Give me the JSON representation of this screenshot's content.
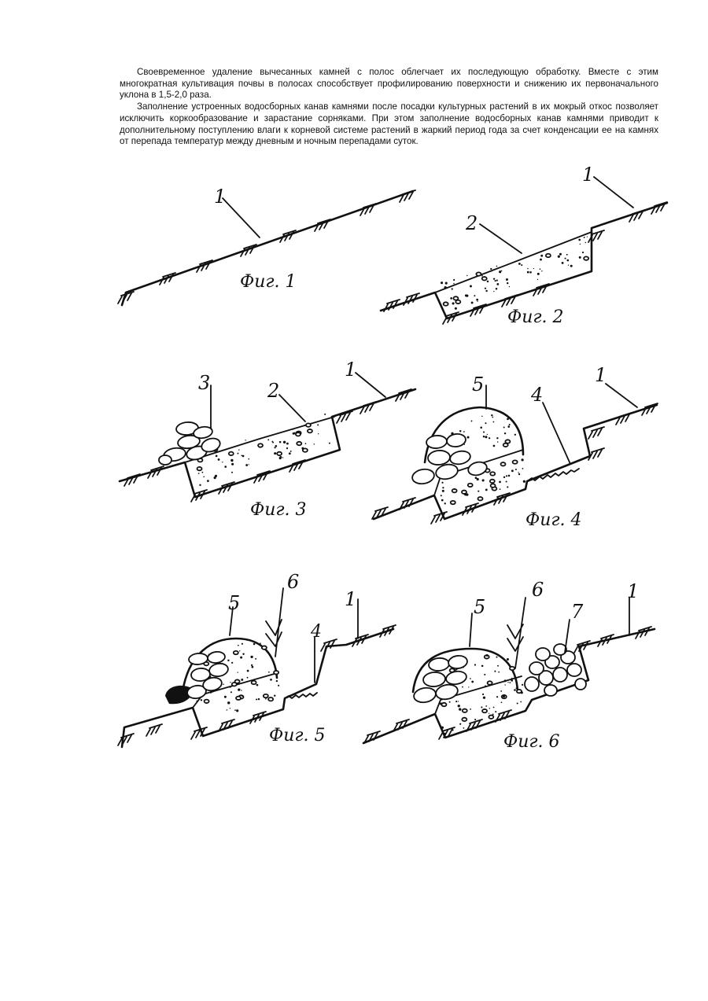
{
  "paragraphs": [
    "Своевременное удаление вычесанных камней с полос облегчает их последующую обработку. Вместе с этим многократная культивация почвы в полосах способствует профилированию поверхности и снижению их первоначального уклона в 1,5-2,0 раза.",
    "Заполнение устроенных водосборных канав камнями после посадки культурных растений в их мокрый откос позволяет исключить коркообразование и зарастание сорняками. При этом заполнение водосборных канав камнями приводит к дополнительному поступлению влаги к корневой системе растений в жаркий период года за счет конденсации ее на камнях от перепада температур между дневным и ночным перепадами суток."
  ],
  "figures": {
    "fig1": {
      "caption": "Фиг. 1",
      "labels": [
        "1"
      ]
    },
    "fig2": {
      "caption": "Фиг. 2",
      "labels": [
        "1",
        "2"
      ]
    },
    "fig3": {
      "caption": "Фиг. 3",
      "labels": [
        "3",
        "2",
        "1"
      ]
    },
    "fig4": {
      "caption": "Фиг. 4",
      "labels": [
        "5",
        "4",
        "1"
      ]
    },
    "fig5": {
      "caption": "Фиг. 5",
      "labels": [
        "5",
        "6",
        "1",
        "4"
      ]
    },
    "fig6": {
      "caption": "Фиг. 6",
      "labels": [
        "5",
        "6",
        "7",
        "1"
      ]
    }
  },
  "colors": {
    "ink": "#111111",
    "paper": "#ffffff"
  }
}
